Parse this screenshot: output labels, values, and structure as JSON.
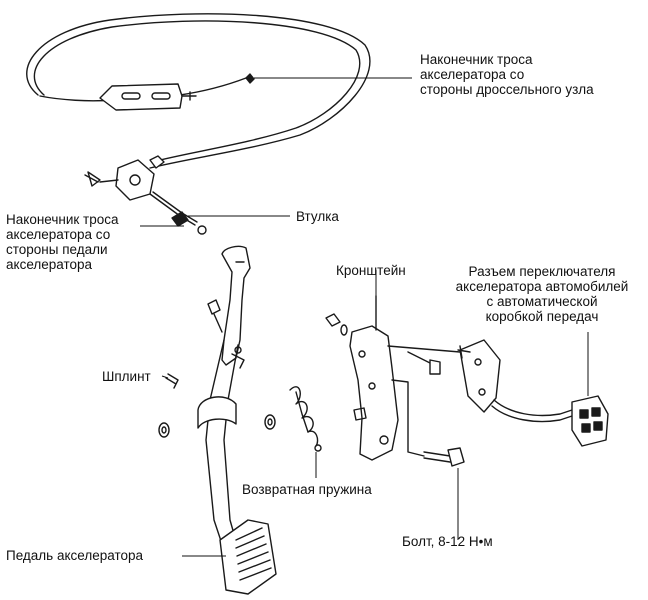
{
  "diagram": {
    "labels": {
      "throttle_end": [
        "Наконечник троса",
        "акселератора со",
        "стороны дроссельного узла"
      ],
      "pedal_end": [
        "Наконечник троса",
        "акселератора со",
        "стороны педали",
        "акселератора"
      ],
      "bushing": "Втулка",
      "bracket": "Кронштейн",
      "switch_connector": [
        "Разъем переключателя",
        "акселератора автомобилей",
        "с автоматической",
        "коробкой передач"
      ],
      "cotter_pin": "Шплинт",
      "return_spring": "Возвратная пружина",
      "bolt": "Болт, 8-12 Н•м",
      "pedal": "Педаль акселератора"
    }
  }
}
